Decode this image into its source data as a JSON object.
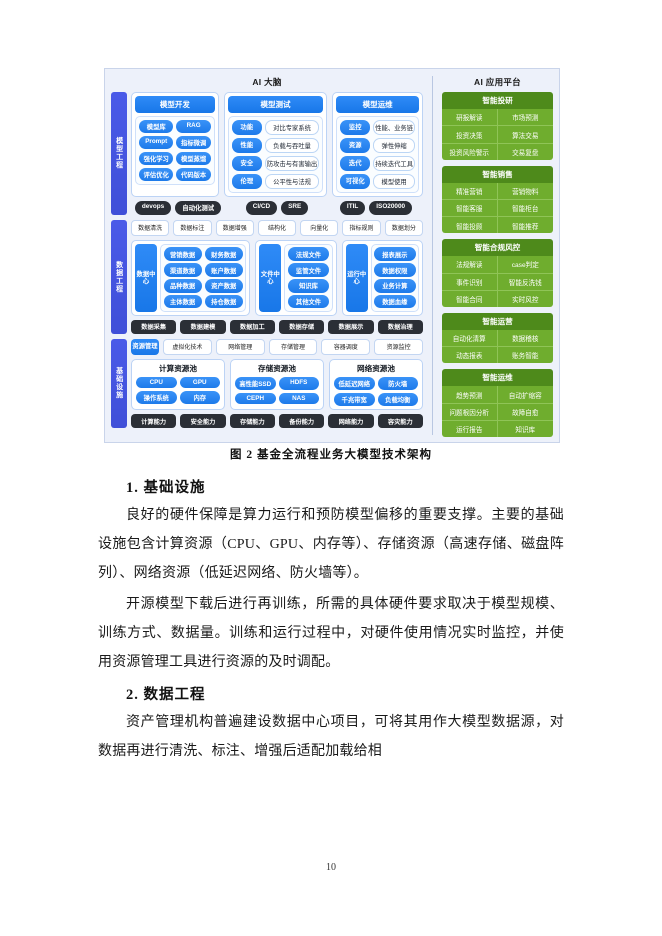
{
  "figure": {
    "left_header": "AI 大脑",
    "right_header": "AI 应用平台",
    "bands": {
      "model": {
        "label": "模型工程",
        "columns": [
          {
            "title": "模型开发",
            "pairs": [
              [
                "模型库",
                "RAG"
              ],
              [
                "Prompt",
                "指标微调"
              ],
              [
                "强化学习",
                "模型蒸馏"
              ],
              [
                "评估优化",
                "代码版本"
              ]
            ]
          },
          {
            "title": "模型测试",
            "pairs": [
              [
                "功能",
                "对比专家系统"
              ],
              [
                "性能",
                "负载与吞吐量"
              ],
              [
                "安全",
                "防攻击与有害输出"
              ],
              [
                "伦理",
                "公平性与法规"
              ]
            ]
          },
          {
            "title": "模型运维",
            "pairs": [
              [
                "监控",
                "性能、业务链"
              ],
              [
                "资源",
                "弹性伸缩"
              ],
              [
                "迭代",
                "持续迭代工具"
              ],
              [
                "可视化",
                "模型使用"
              ]
            ]
          }
        ],
        "dark_tags": [
          [
            "devops",
            "自动化测试"
          ],
          [
            "CI/CD",
            "SRE"
          ],
          [
            "ITIL",
            "ISO20000"
          ]
        ]
      },
      "data": {
        "label": "数据工程",
        "tags": [
          "数据清洗",
          "数据标注",
          "数据增强",
          "结构化",
          "向量化",
          "指标规则",
          "数据划分"
        ],
        "centers": [
          {
            "name": "数据中心",
            "pairs": [
              [
                "营销数据",
                "财务数据"
              ],
              [
                "渠道数据",
                "账户数据"
              ],
              [
                "品种数据",
                "资产数据"
              ],
              [
                "主体数据",
                "持仓数据"
              ]
            ]
          },
          {
            "name": "文件中心",
            "pairs": [
              [
                "法规文件"
              ],
              [
                "监管文件"
              ],
              [
                "知识库"
              ],
              [
                "其他文件"
              ]
            ]
          },
          {
            "name": "运行中心",
            "pairs": [
              [
                "报表展示"
              ],
              [
                "数据权限"
              ],
              [
                "业务计算"
              ],
              [
                "数据血缘"
              ]
            ]
          }
        ],
        "bottom_tags": [
          "数据采集",
          "数据建模",
          "数据加工",
          "数据存储",
          "数据展示",
          "数据治理"
        ]
      },
      "infra": {
        "label": "基础设施",
        "res_manager": "资源管理",
        "res_tags": [
          "虚拟化技术",
          "网络管理",
          "存储管理",
          "容器调度",
          "资源监控"
        ],
        "pools": [
          {
            "title": "计算资源池",
            "pairs": [
              [
                "CPU",
                "GPU"
              ],
              [
                "操作系统",
                "内存"
              ]
            ]
          },
          {
            "title": "存储资源池",
            "pairs": [
              [
                "高性能SSD",
                "HDFS"
              ],
              [
                "CEPH",
                "NAS"
              ]
            ]
          },
          {
            "title": "网络资源池",
            "pairs": [
              [
                "低延迟网络",
                "防火墙"
              ],
              [
                "千兆带宽",
                "负载均衡"
              ]
            ]
          }
        ],
        "bottom_tags": [
          "计算能力",
          "安全能力",
          "存储能力",
          "备份能力",
          "网络能力",
          "容灾能力"
        ]
      }
    },
    "platform_cards": [
      {
        "title": "智能投研",
        "cells": [
          "研报解读",
          "市场预测",
          "投资决策",
          "算法交易",
          "投资风险警示",
          "交易复盘"
        ]
      },
      {
        "title": "智能销售",
        "cells": [
          "精准营销",
          "营销物料",
          "智能客服",
          "智能柜台",
          "智能投顾",
          "智能推荐"
        ]
      },
      {
        "title": "智能合规风控",
        "cells": [
          "法规解读",
          "case判定",
          "事件识别",
          "智能反洗钱",
          "智能合同",
          "实时风控"
        ]
      },
      {
        "title": "智能运营",
        "cells": [
          "自动化清算",
          "数据稽核",
          "动态报表",
          "账务智能"
        ]
      },
      {
        "title": "智能运维",
        "cells": [
          "趋势预测",
          "自动扩缩容",
          "问题根因分析",
          "故障自愈",
          "运行报告",
          "知识库"
        ]
      }
    ],
    "colors": {
      "blue_primary": "#1877e8",
      "blue_label": "#4a5ae8",
      "green_title": "#4e8a1b",
      "green_body": "#6fad2e",
      "dark_tag": "#2b2f36"
    }
  },
  "document": {
    "caption": "图 2  基金全流程业务大模型技术架构",
    "section1_heading": "1. 基础设施",
    "section1_para1": "良好的硬件保障是算力运行和预防模型偏移的重要支撑。主要的基础设施包含计算资源（CPU、GPU、内存等）、存储资源（高速存储、磁盘阵列）、网络资源（低延迟网络、防火墙等）。",
    "section1_para2": "开源模型下载后进行再训练，所需的具体硬件要求取决于模型规模、训练方式、数据量。训练和运行过程中，对硬件使用情况实时监控，并使用资源管理工具进行资源的及时调配。",
    "section2_heading": "2. 数据工程",
    "section2_para1": "资产管理机构普遍建设数据中心项目，可将其用作大模型数据源，对数据再进行清洗、标注、增强后适配加载给相",
    "page_number": "10"
  }
}
